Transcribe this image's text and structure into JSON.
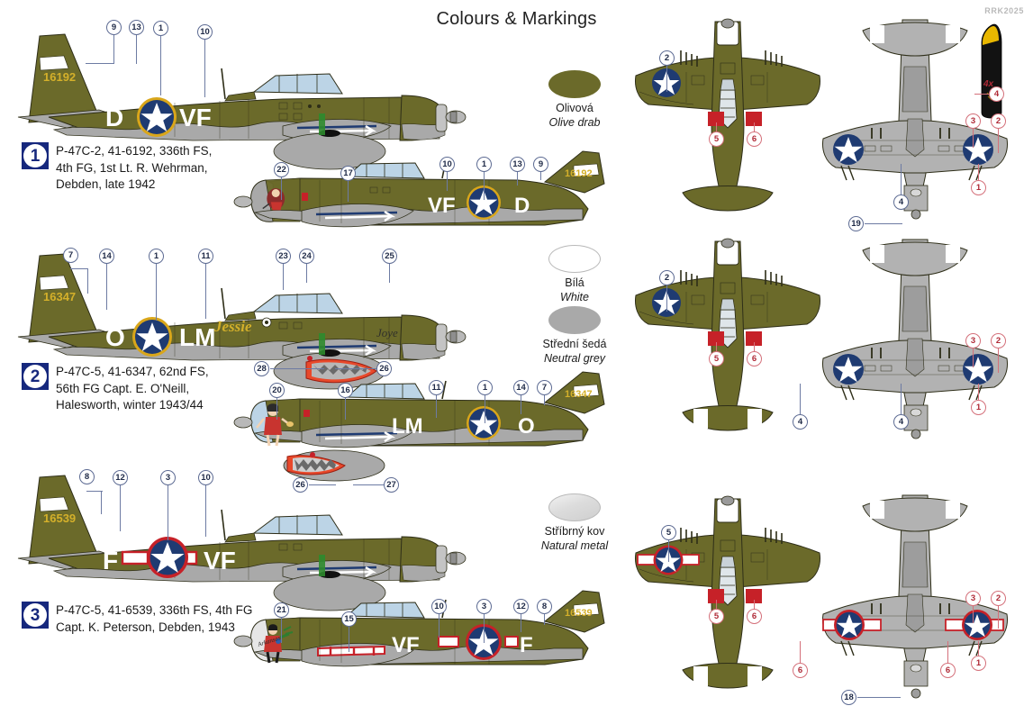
{
  "header": {
    "title": "Colours & Markings",
    "kit_code": "RRK2025"
  },
  "colour_legend": [
    {
      "name_cz": "Olivová",
      "name_en": "Olive drab",
      "hex": "#6b6a2a",
      "swatch": "sw-olive"
    },
    {
      "name_cz": "Bílá",
      "name_en": "White",
      "hex": "#ffffff",
      "swatch": "sw-white"
    },
    {
      "name_cz": "Střední šedá",
      "name_en": "Neutral grey",
      "hex": "#a9a9a9",
      "swatch": "sw-grey"
    },
    {
      "name_cz": "Stříbrný kov",
      "name_en": "Natural metal",
      "hex": "#e2e2e2",
      "swatch": "sw-metal"
    }
  ],
  "options": [
    {
      "number": "1",
      "caption": "P-47C-2, 41-6192, 336th FS,\n4th FG, 1st Lt. R. Wehrman,\nDebden, late 1942",
      "serial": "16192",
      "fuselage_code_port": "D ★ VF",
      "fuselage_code_starboard": "VF ★ D",
      "letter_fore": "D",
      "letter_aft": "VF",
      "insignia": "star-in-blue-disc-yellow-ring",
      "nose_art": "none",
      "callouts_port": [
        "9",
        "13",
        "1",
        "10"
      ],
      "callouts_starboard": [
        "22",
        "17",
        "10",
        "1",
        "13",
        "9"
      ],
      "callouts_top": [
        "2",
        "5",
        "6"
      ],
      "callouts_bottom": [
        "3",
        "2",
        "1",
        "4",
        "19"
      ]
    },
    {
      "number": "2",
      "caption": "P-47C-5, 41-6347, 62nd FS,\n56th FG Capt. E. O'Neill,\nHalesworth, winter 1943/44",
      "serial": "16347",
      "fuselage_code_port": "O ★ LM",
      "fuselage_code_starboard": "LM ★ O",
      "letter_fore": "O",
      "letter_aft": "LM",
      "insignia": "star-in-blue-disc-yellow-ring",
      "nose_art": "Jessie",
      "nose_art_starboard": "pin-up-girl",
      "tank_art": "shark-mouth",
      "cowl_script": "Jessie",
      "callouts_port": [
        "7",
        "14",
        "1",
        "11",
        "23",
        "24",
        "25",
        "28",
        "26"
      ],
      "callouts_starboard": [
        "20",
        "16",
        "11",
        "1",
        "14",
        "7",
        "26",
        "27"
      ],
      "callouts_top": [
        "2",
        "5",
        "6"
      ],
      "callouts_bottom": [
        "3",
        "2",
        "1",
        "4"
      ]
    },
    {
      "number": "3",
      "caption": "P-47C-5, 41-6539, 336th FS, 4th FG\nCapt. K. Peterson, Debden, 1943",
      "serial": "16539",
      "fuselage_code_port": "F ★ VF",
      "fuselage_code_starboard": "VF ★ F",
      "letter_fore": "F",
      "letter_aft": "VF",
      "insignia": "star-and-bar-red-outline",
      "nose_art": "cartoon-character",
      "callouts_port": [
        "8",
        "12",
        "3",
        "10"
      ],
      "callouts_starboard": [
        "21",
        "15",
        "10",
        "3",
        "12",
        "8"
      ],
      "callouts_top": [
        "5",
        "5",
        "6"
      ],
      "callouts_bottom": [
        "3",
        "2",
        "1",
        "6",
        "6",
        "18"
      ]
    }
  ],
  "ordnance": {
    "name": "bomb",
    "quantity_label": "4x",
    "callout": "4",
    "body_hex": "#121212",
    "tip_hex": "#e8b700"
  },
  "colors": {
    "olive_drab": "#6b6a2a",
    "olive_drab_dark": "#5d5c23",
    "neutral_grey": "#a9a9a9",
    "neutral_grey_light": "#c4c4c4",
    "insignia_blue": "#1f3b72",
    "insignia_white": "#ffffff",
    "insignia_yellow": "#d9a61a",
    "insignia_red": "#c62128",
    "serial_yellow": "#d4b02a",
    "badge_blue": "#16287d",
    "callout_blue": "#5d6b93",
    "callout_red": "#b02a37",
    "canopy_glass": "#bcd4e6"
  }
}
